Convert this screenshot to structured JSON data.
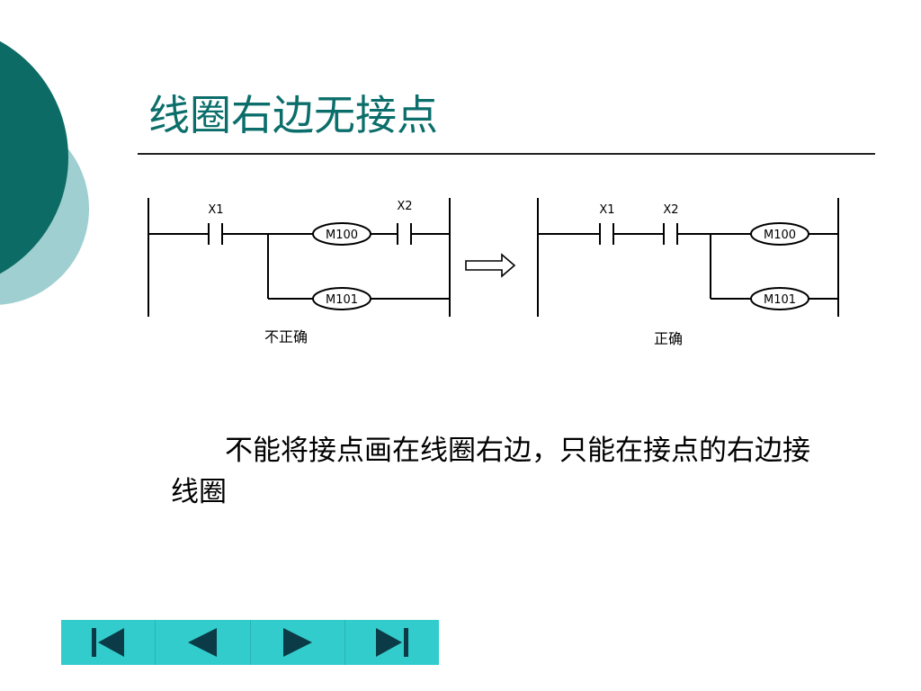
{
  "slide": {
    "title": "线圈右边无接点",
    "body": "不能将接点画在线圈右边，只能在接点的右边接线圈"
  },
  "colors": {
    "title": "#0b6e6b",
    "circle_dark": "#0d6b66",
    "circle_light": "#9fcfd0",
    "nav_fill": "#33cccc",
    "nav_icon": "#0a3b46"
  },
  "diagram": {
    "wrong": {
      "caption": "不正确",
      "contacts": [
        "X1",
        "X2"
      ],
      "coils": [
        "M100",
        "M101"
      ]
    },
    "correct": {
      "caption": "正确",
      "contacts": [
        "X1",
        "X2"
      ],
      "coils": [
        "M100",
        "M101"
      ]
    },
    "arrow_icon": "right-arrow-icon"
  },
  "nav": {
    "buttons": [
      {
        "icon": "first-slide-icon"
      },
      {
        "icon": "previous-slide-icon"
      },
      {
        "icon": "next-slide-icon"
      },
      {
        "icon": "last-slide-icon"
      }
    ]
  }
}
